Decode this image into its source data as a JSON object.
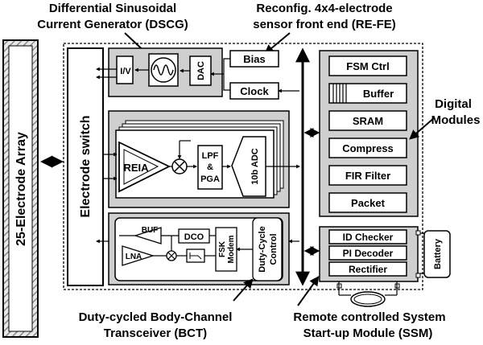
{
  "captions": {
    "dscg_line1": "Differential Sinusoidal",
    "dscg_line2": "Current Generator (DSCG)",
    "refe_line1": "Reconfig. 4x4-electrode",
    "refe_line2": "sensor front end (RE-FE)",
    "digital_line1": "Digital",
    "digital_line2": "Modules",
    "bct_line1": "Duty-cycled Body-Channel",
    "bct_line2": "Transceiver (BCT)",
    "ssm_line1": "Remote controlled System",
    "ssm_line2": "Start-up Module (SSM)"
  },
  "electrode_array": {
    "label": "25-Electrode Array"
  },
  "electrode_switch": {
    "label": "Electrode switch"
  },
  "dscg": {
    "iv_label": "I/V",
    "dac_label": "DAC"
  },
  "control": {
    "bias_label": "Bias",
    "clock_label": "Clock"
  },
  "frontend": {
    "reia_label": "REIA",
    "lpf_line1": "LPF",
    "lpf_line2": "&",
    "lpf_line3": "PGA",
    "adc_label": "10b ADC"
  },
  "digital": {
    "modules": [
      "FSM Ctrl",
      "Buffer",
      "SRAM",
      "Compress",
      "FIR Filter",
      "Packet"
    ]
  },
  "bct": {
    "buf_label": "BUF",
    "lna_label": "LNA",
    "dco_label": "DCO",
    "fsk_line1": "FSK",
    "fsk_line2": "Modem",
    "duty_line1": "Duty-Cycle",
    "duty_line2": "Control"
  },
  "ssm": {
    "modules": [
      "ID Checker",
      "PI Decoder",
      "Rectifier"
    ],
    "battery_label": "Battery"
  }
}
